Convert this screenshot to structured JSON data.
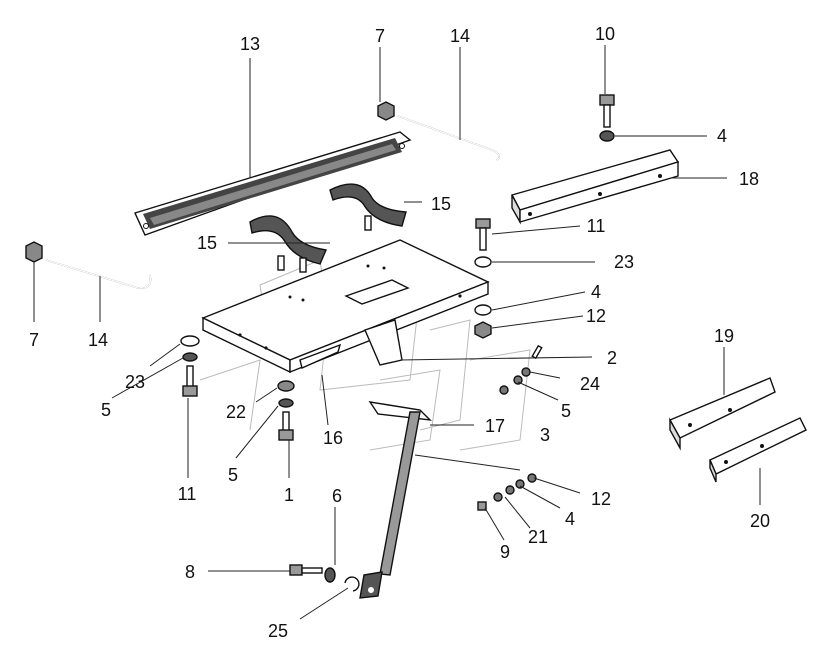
{
  "diagram": {
    "type": "exploded-parts-drawing",
    "callouts": {
      "c1": "1",
      "c2": "2",
      "c3": "3",
      "c4a": "4",
      "c4b": "4",
      "c4c": "4",
      "c5a": "5",
      "c5b": "5",
      "c5c": "5",
      "c6": "6",
      "c7a": "7",
      "c7b": "7",
      "c8": "8",
      "c9": "9",
      "c10": "10",
      "c11a": "11",
      "c11b": "11",
      "c12a": "12",
      "c12b": "12",
      "c13": "13",
      "c14a": "14",
      "c14b": "14",
      "c15a": "15",
      "c15b": "15",
      "c16": "16",
      "c17": "17",
      "c18": "18",
      "c19": "19",
      "c20": "20",
      "c21": "21",
      "c22": "22",
      "c23a": "23",
      "c23b": "23",
      "c24": "24",
      "c25": "25"
    }
  }
}
